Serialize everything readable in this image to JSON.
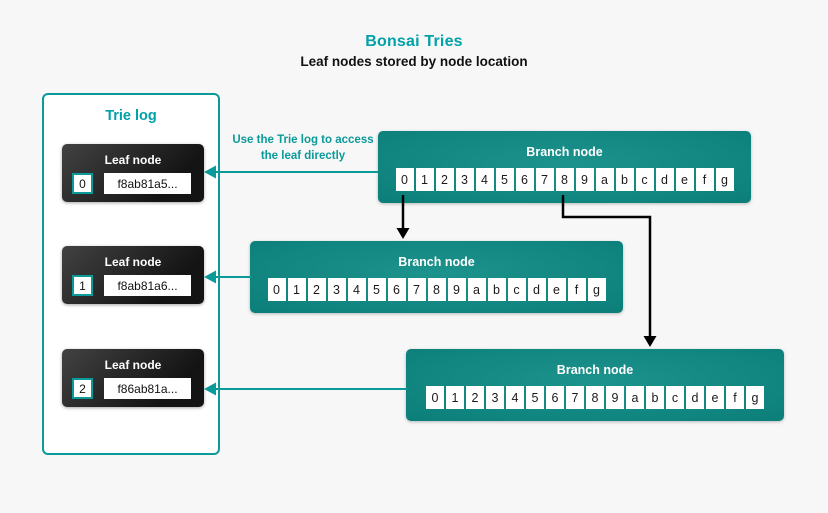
{
  "colors": {
    "accent_text": "#00a1a8",
    "teal_border": "#0a9a9a",
    "branch_light": "#1d938d",
    "branch_dark": "#0b7e79",
    "background": "#f7f7f7",
    "leaf_card_light": "#424242",
    "leaf_card_dark": "#141414",
    "arrow_black": "#000000"
  },
  "header": {
    "title": "Bonsai Tries",
    "subtitle": "Leaf nodes stored by node location"
  },
  "annotation": {
    "text": "Use the Trie log to access the leaf directly"
  },
  "trie_log": {
    "title": "Trie log",
    "leaves": [
      {
        "label": "Leaf node",
        "index": "0",
        "hash": "f8ab81a5..."
      },
      {
        "label": "Leaf node",
        "index": "1",
        "hash": "f8ab81a6..."
      },
      {
        "label": "Leaf node",
        "index": "2",
        "hash": "f86ab81a..."
      }
    ]
  },
  "branch_nodes": [
    {
      "title": "Branch node",
      "cells": [
        "0",
        "1",
        "2",
        "3",
        "4",
        "5",
        "6",
        "7",
        "8",
        "9",
        "a",
        "b",
        "c",
        "d",
        "e",
        "f",
        "g"
      ]
    },
    {
      "title": "Branch node",
      "cells": [
        "0",
        "1",
        "2",
        "3",
        "4",
        "5",
        "6",
        "7",
        "8",
        "9",
        "a",
        "b",
        "c",
        "d",
        "e",
        "f",
        "g"
      ]
    },
    {
      "title": "Branch node",
      "cells": [
        "0",
        "1",
        "2",
        "3",
        "4",
        "5",
        "6",
        "7",
        "8",
        "9",
        "a",
        "b",
        "c",
        "d",
        "e",
        "f",
        "g"
      ]
    }
  ]
}
